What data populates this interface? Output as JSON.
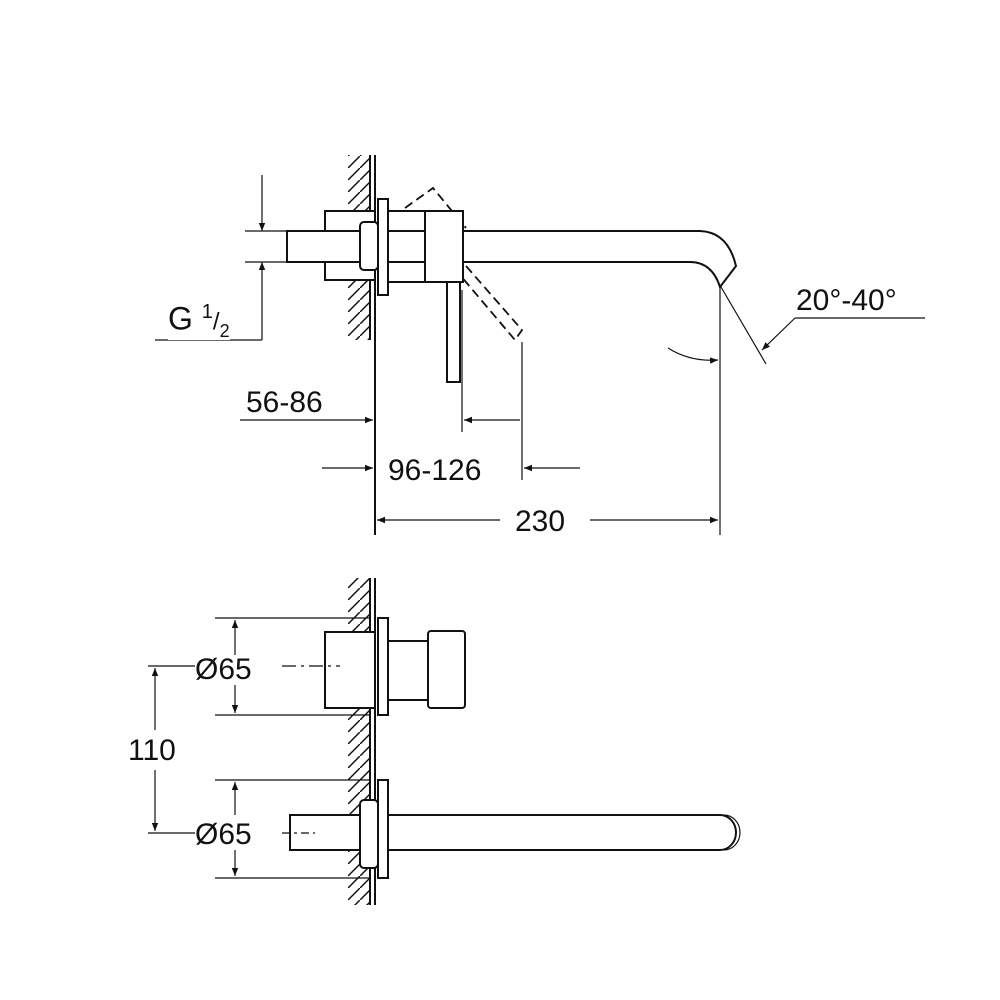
{
  "drawing": {
    "side_view": {
      "thread_label": "G",
      "thread_fraction_num": "1",
      "thread_fraction_den": "2",
      "wall_depth_dim": "56-86",
      "lever_dim": "96-126",
      "projection_dim": "230",
      "angle_dim": "20°-40°"
    },
    "front_view": {
      "upper_diameter": "Ø65",
      "lower_diameter": "Ø65",
      "spacing_dim": "110"
    }
  }
}
